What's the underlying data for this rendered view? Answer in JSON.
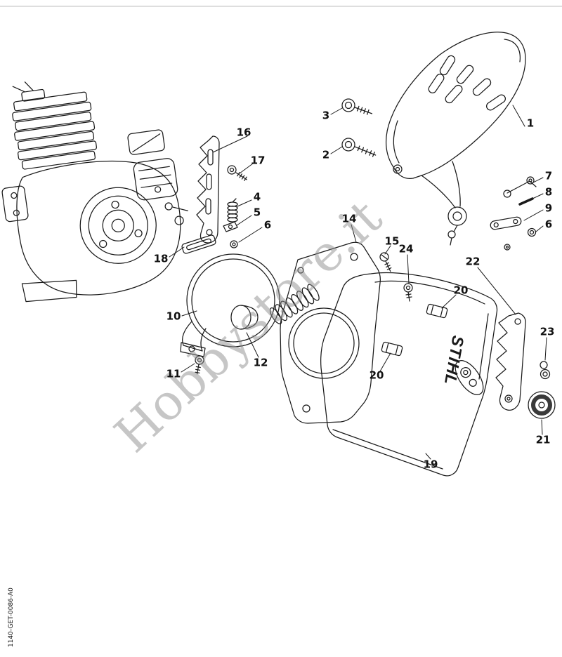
{
  "page": {
    "background": "#ffffff",
    "watermark": "Hobbystore.it",
    "doc_code": "1140-GET-0086-A0"
  },
  "diagram": {
    "type": "exploded-parts-diagram",
    "brand_text": "STIHL",
    "line_color": "#1a1a1a",
    "watermark_color": "#8f8f8f",
    "callouts": [
      {
        "label": "16"
      },
      {
        "label": "17"
      },
      {
        "label": "3"
      },
      {
        "label": "2"
      },
      {
        "label": "1"
      },
      {
        "label": "7"
      },
      {
        "label": "8"
      },
      {
        "label": "9"
      },
      {
        "label": "6"
      },
      {
        "label": "4"
      },
      {
        "label": "5"
      },
      {
        "label": "6"
      },
      {
        "label": "18"
      },
      {
        "label": "14"
      },
      {
        "label": "15"
      },
      {
        "label": "24"
      },
      {
        "label": "22"
      },
      {
        "label": "10"
      },
      {
        "label": "12"
      },
      {
        "label": "11"
      },
      {
        "label": "20"
      },
      {
        "label": "20"
      },
      {
        "label": "23"
      },
      {
        "label": "21"
      },
      {
        "label": "19"
      }
    ]
  }
}
